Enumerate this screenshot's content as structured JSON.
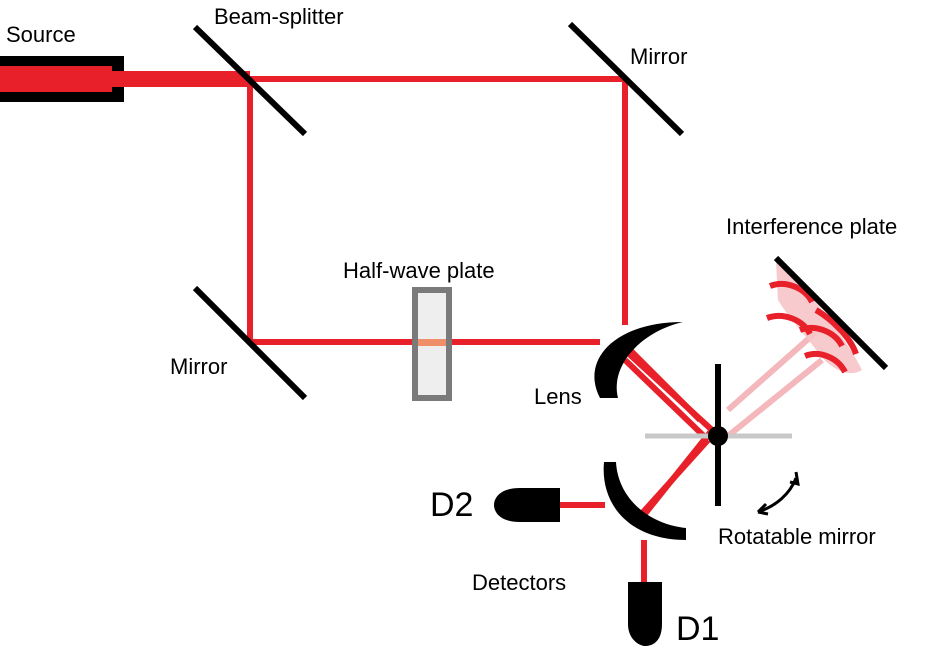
{
  "labels": {
    "source": "Source",
    "beam_splitter": "Beam-splitter",
    "mirror_top": "Mirror",
    "mirror_left": "Mirror",
    "half_wave_plate": "Half-wave plate",
    "interference_plate": "Interference plate",
    "lens": "Lens",
    "rotatable_mirror": "Rotatable mirror",
    "detectors": "Detectors",
    "d1": "D1",
    "d2": "D2"
  },
  "colors": {
    "beam": "#e8202a",
    "beam_faded": "#f4b8bc",
    "optic": "#000000",
    "plate_frame": "#7a7a7a",
    "plate_fill": "#eeeeee",
    "axis_gray": "#c8c8c8"
  }
}
